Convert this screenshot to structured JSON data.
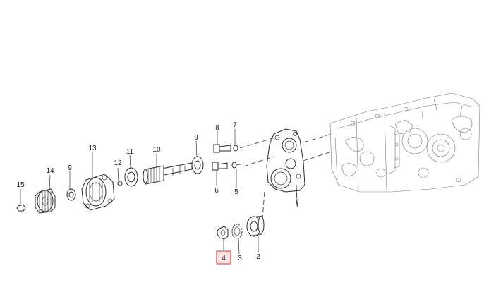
{
  "diagram": {
    "highlight_color": "#e05a5a",
    "highlight_fill": "#fbe3e3",
    "callouts": [
      {
        "id": "c1",
        "text": "1"
      },
      {
        "id": "c2",
        "text": "2"
      },
      {
        "id": "c3",
        "text": "3"
      },
      {
        "id": "c4",
        "text": "4",
        "highlighted": true
      },
      {
        "id": "c5",
        "text": "5"
      },
      {
        "id": "c6",
        "text": "6"
      },
      {
        "id": "c7",
        "text": "7"
      },
      {
        "id": "c8",
        "text": "8"
      },
      {
        "id": "c9a",
        "text": "9"
      },
      {
        "id": "c9b",
        "text": "9"
      },
      {
        "id": "c10",
        "text": "10"
      },
      {
        "id": "c11",
        "text": "11"
      },
      {
        "id": "c12",
        "text": "12"
      },
      {
        "id": "c13",
        "text": "13"
      },
      {
        "id": "c14",
        "text": "14"
      },
      {
        "id": "c15",
        "text": "15"
      }
    ]
  }
}
